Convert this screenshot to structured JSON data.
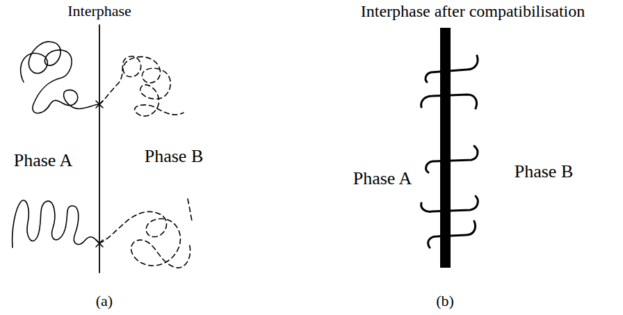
{
  "diagram": {
    "labels": [
      "Interphase",
      "Phase A",
      "Phase B",
      "(a)",
      "Interphase after compatibilisation",
      "Phase A",
      "Phase B",
      "(b)"
    ]
  }
}
